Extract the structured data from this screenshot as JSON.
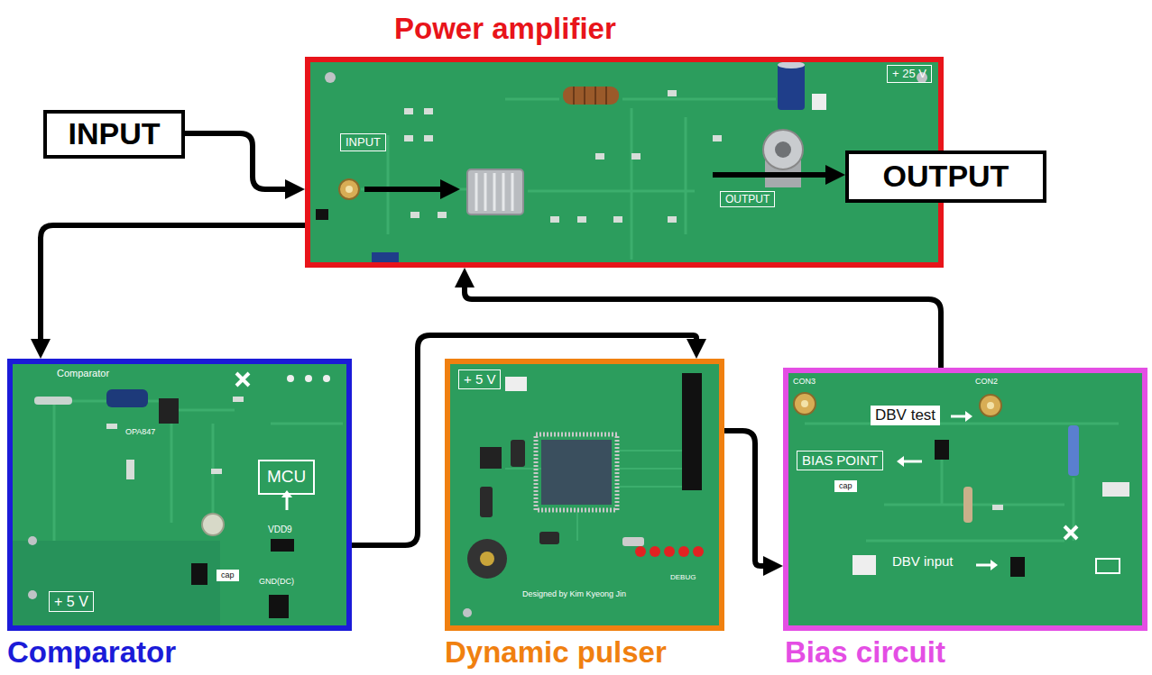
{
  "diagram": {
    "nodes": [
      {
        "text": [
          "Power amplifier"
        ]
      },
      {
        "text": [
          "INPUT"
        ]
      },
      {
        "text": [
          "OUTPUT"
        ]
      },
      {
        "text": [
          "Comparator"
        ]
      },
      {
        "text": [
          "Dynamic pulser"
        ]
      },
      {
        "text": [
          "Bias circuit"
        ]
      }
    ],
    "edges": [
      {
        "from": 1,
        "to": 0,
        "arrow": "to"
      },
      {
        "from": 0,
        "to": 2,
        "arrow": "to"
      },
      {
        "from": 0,
        "to": 3,
        "arrow": "to"
      },
      {
        "from": 3,
        "to": 4,
        "arrow": "to"
      },
      {
        "from": 4,
        "to": 5,
        "arrow": "to"
      },
      {
        "from": 5,
        "to": 0,
        "arrow": "to"
      }
    ],
    "labels": [
      "INPUT",
      "+ 25 V",
      "OUTPUT",
      "Comparator",
      "OPA847",
      "MCU",
      "VDD9",
      "cap",
      "GND(DC)",
      "+ 5 V",
      "+ 5 V",
      "Designed by Kim Kyeong Jin",
      "DEBUG",
      "CON3",
      "DBV test",
      "CON2",
      "BIAS POINT",
      "cap",
      "DBV input"
    ]
  }
}
